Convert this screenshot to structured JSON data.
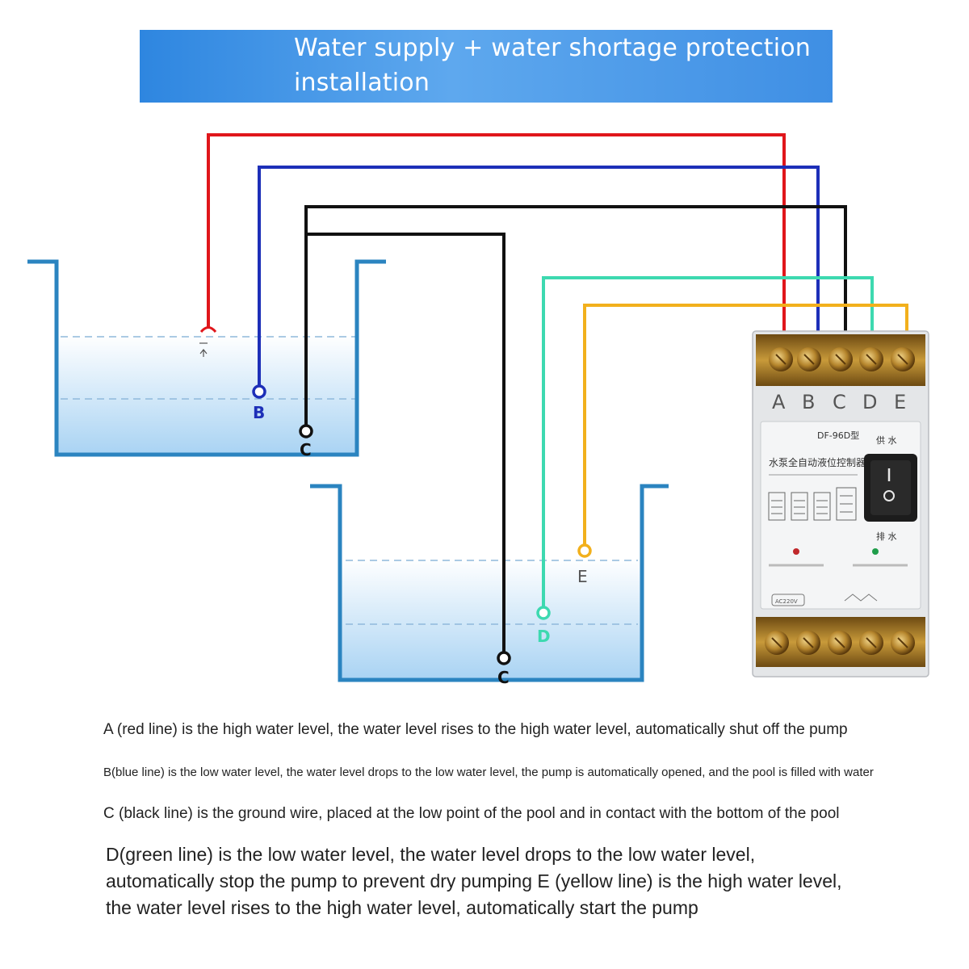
{
  "header": {
    "line1": "Water supply + water shortage protection",
    "line2": "installation"
  },
  "probes": {
    "b_upper": "B",
    "c_upper": "C",
    "c_lower": "C",
    "d_lower": "D",
    "e_lower": "E"
  },
  "controller": {
    "terminals": [
      "A",
      "B",
      "C",
      "D",
      "E"
    ],
    "model": "DF-96D型",
    "name": "水泵全自动液位控制器",
    "mode_top": "供 水",
    "mode_bottom": "排 水",
    "voltage": "AC220V"
  },
  "colors": {
    "red": "#e0161b",
    "blue": "#1d2fb8",
    "black": "#111111",
    "green": "#3dd9b0",
    "yellow": "#f2b01c",
    "tank": "#2b84c0",
    "banner": "#3f8fe4"
  },
  "notes": {
    "a": "A (red line) is the high water level, the water level rises to the high water level, automatically shut off the pump",
    "b": "B(blue line) is the low water level, the water level drops to the low water level, the pump is automatically opened, and the pool is filled with water",
    "c": "C (black line) is the ground wire, placed at the low point of the pool and in contact with the bottom of the pool",
    "d": "D(green line) is the low water level, the water level drops to the low water level, automatically stop the pump to prevent dry pumping E (yellow line) is the high water level, the water level rises to the high water level, automatically start the pump"
  }
}
